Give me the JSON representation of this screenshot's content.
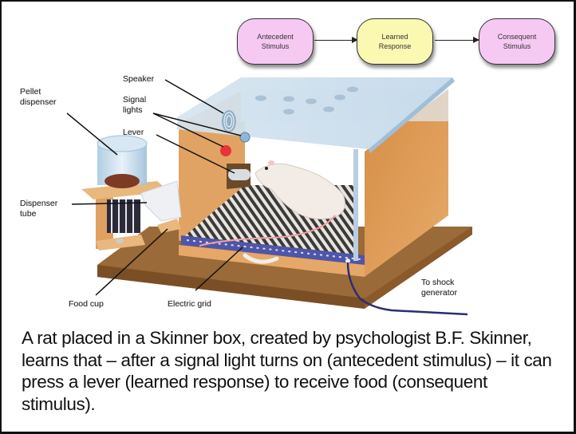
{
  "flowchart": {
    "nodes": [
      {
        "label": "Antecedent\nStimulus",
        "color": "#f6c9f3"
      },
      {
        "label": "Learned\nResponse",
        "color": "#fbf8b2"
      },
      {
        "label": "Consequent\nStimulus",
        "color": "#f6c9f3"
      }
    ]
  },
  "illustration": {
    "labels": {
      "speaker": "Speaker",
      "signal_lights": "Signal\nlights",
      "lever": "Lever",
      "pellet_dispenser": "Pellet\ndispenser",
      "dispenser_tube": "Dispenser\ntube",
      "food_cup": "Food cup",
      "electric_grid": "Electric grid",
      "shock_generator": "To shock\ngenerator"
    },
    "colors": {
      "wood": "#d99a55",
      "base": "#8a5a2b",
      "glass": "#cfe0ee",
      "grid_bar": "#4f55a8",
      "signal_red": "#e8333a",
      "signal_blue": "#8eb7d8"
    }
  },
  "caption": "A rat placed in a Skinner box, created by psychologist B.F. Skinner, learns that – after a signal light turns on (antecedent stimulus) – it can press a lever (learned response) to receive food (consequent stimulus)."
}
